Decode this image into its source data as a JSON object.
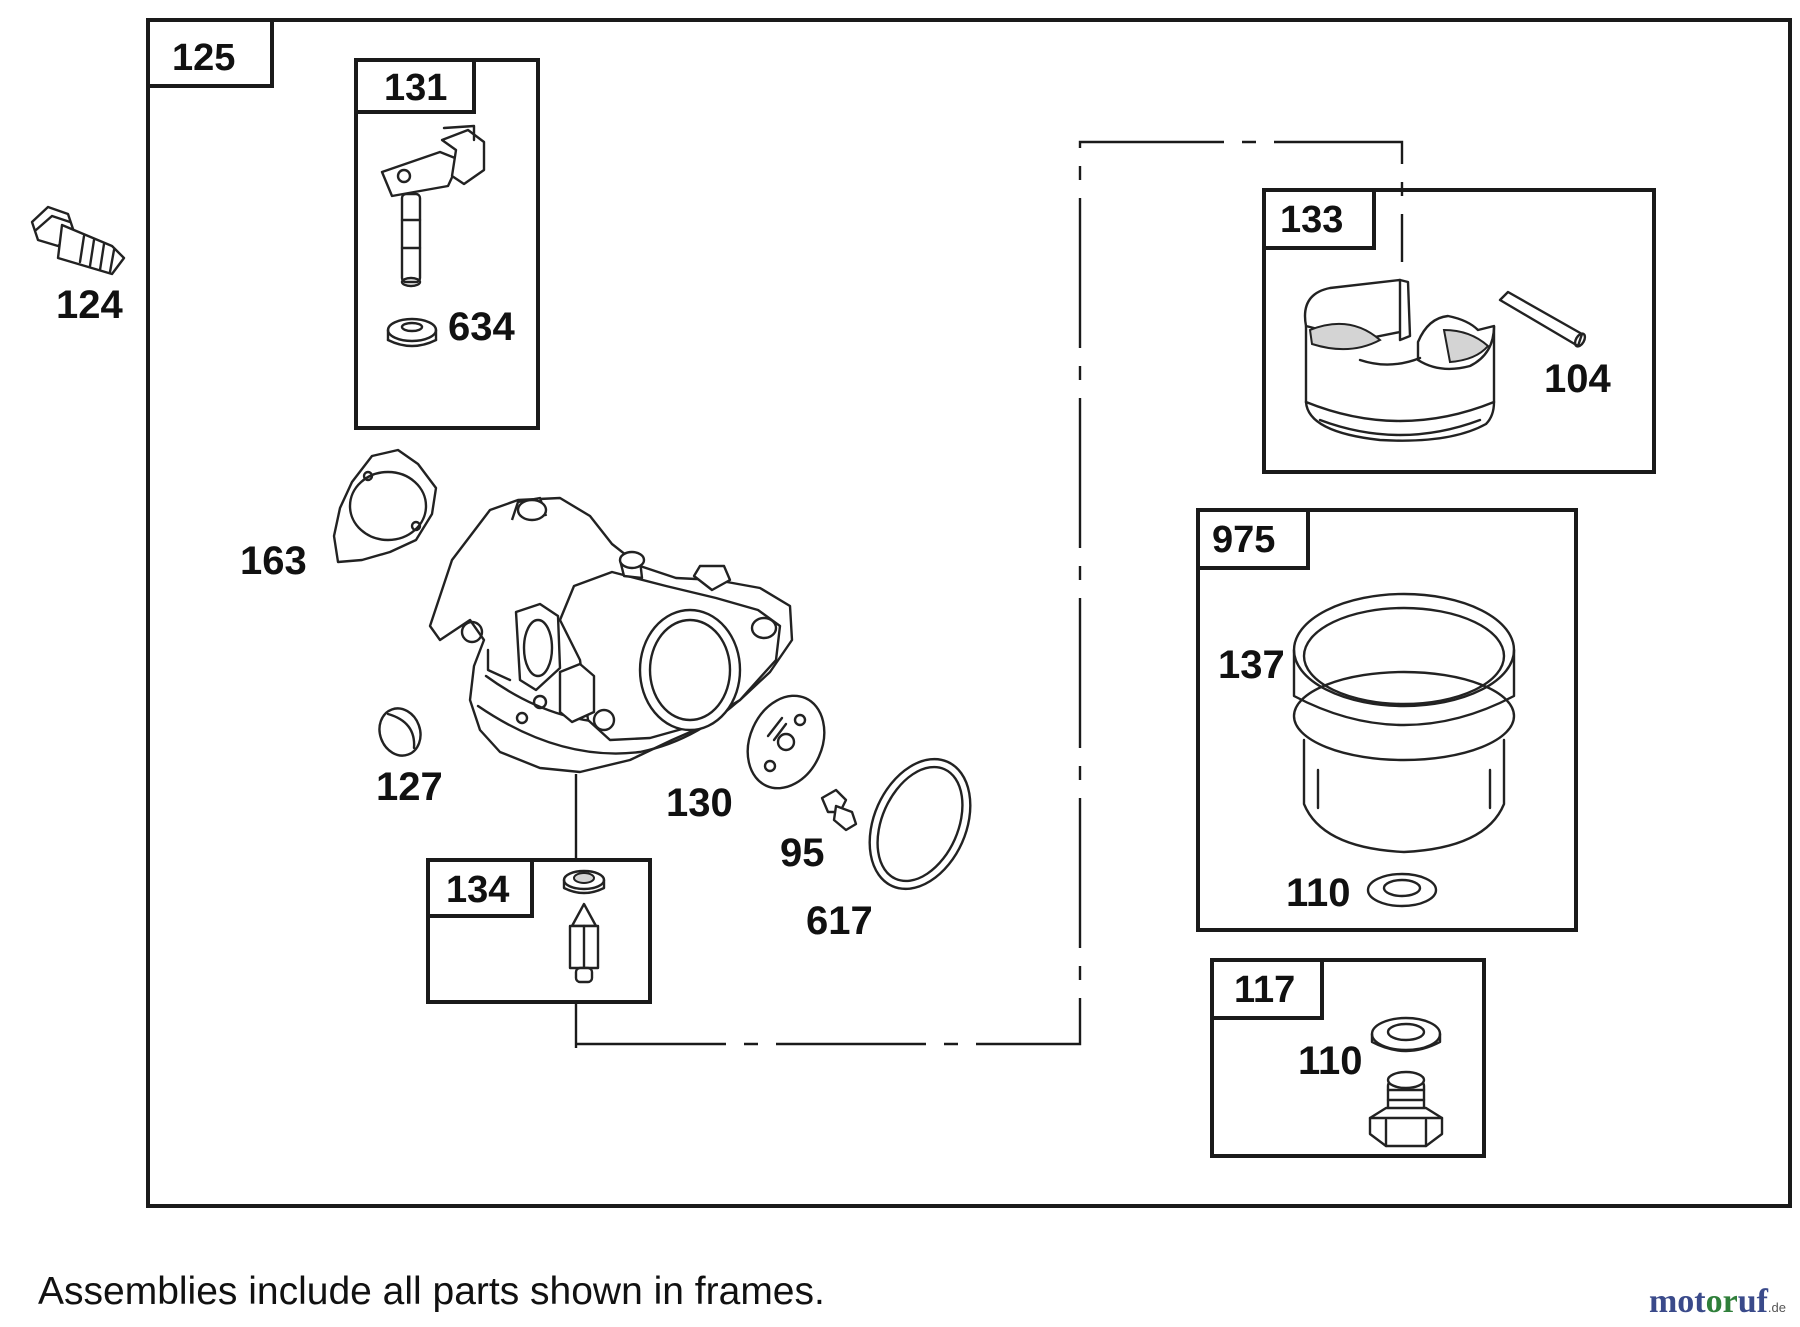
{
  "frames": {
    "f125": "125",
    "f131": "131",
    "f133": "133",
    "f975": "975",
    "f134": "134",
    "f117": "117"
  },
  "parts": {
    "p124": "124",
    "p634": "634",
    "p104": "104",
    "p163": "163",
    "p127": "127",
    "p130": "130",
    "p95": "95",
    "p617": "617",
    "p137": "137",
    "p110a": "110",
    "p110b": "110"
  },
  "caption": "Assemblies include all parts shown in frames.",
  "brand": {
    "part1": "mot",
    "part2": "or",
    "part3": "uf",
    "domain": ".de"
  }
}
